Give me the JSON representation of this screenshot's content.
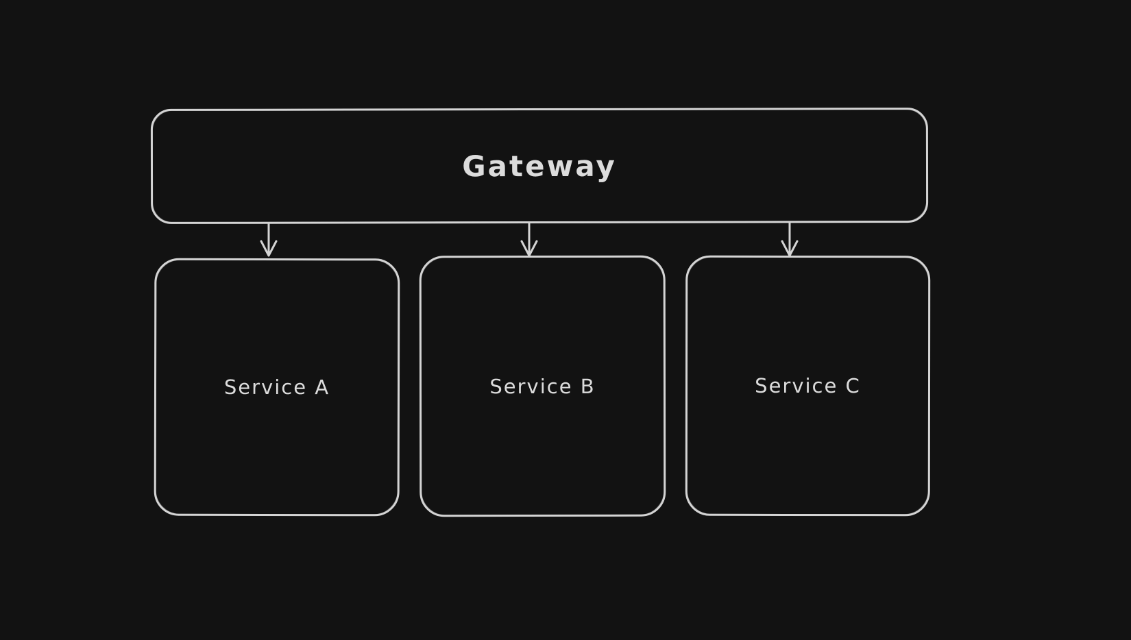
{
  "canvas": {
    "background_color": "#121212",
    "stroke_color": "#d4d4d4",
    "text_color": "#dcdcdc"
  },
  "diagram": {
    "gateway": {
      "label": "Gateway"
    },
    "services": [
      {
        "label": "Service A"
      },
      {
        "label": "Service B"
      },
      {
        "label": "Service C"
      }
    ],
    "connections": [
      {
        "from": "Gateway",
        "to": "Service A",
        "type": "arrow-down"
      },
      {
        "from": "Gateway",
        "to": "Service B",
        "type": "arrow-down"
      },
      {
        "from": "Gateway",
        "to": "Service C",
        "type": "arrow-down"
      }
    ]
  }
}
